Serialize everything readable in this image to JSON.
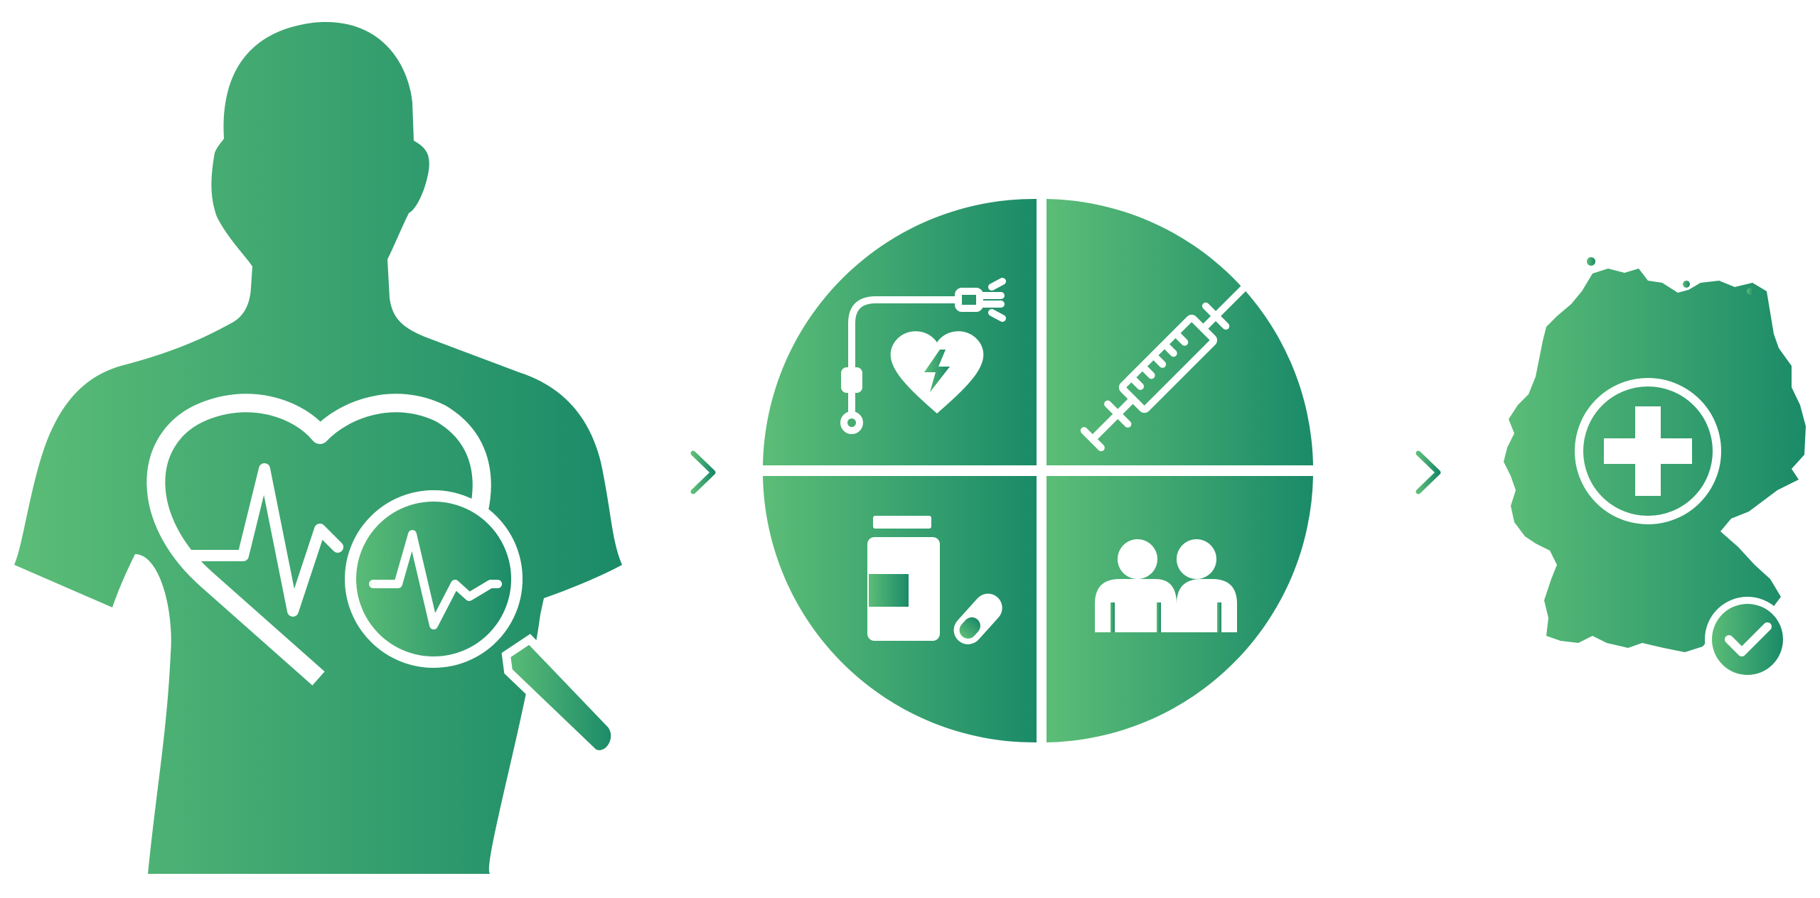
{
  "colors": {
    "gradient_light": "#5cbd77",
    "gradient_dark": "#1a8a68",
    "background": "#ffffff",
    "icon": "#ffffff"
  },
  "panels": [
    {
      "id": "patient",
      "icons": [
        "person-silhouette-icon",
        "heart-with-ecg-icon",
        "magnifying-glass-ecg-icon"
      ]
    },
    {
      "id": "treatment",
      "quadrants": [
        {
          "icon": "defibrillator-heart-icon"
        },
        {
          "icon": "syringe-icon"
        },
        {
          "icon": "medication-bottle-pill-icon"
        },
        {
          "icon": "two-people-icon"
        }
      ]
    },
    {
      "id": "germany",
      "icons": [
        "germany-map-icon",
        "medical-cross-icon",
        "check-badge-icon"
      ]
    }
  ],
  "connectors": [
    "arrow-right-icon",
    "arrow-right-icon"
  ]
}
